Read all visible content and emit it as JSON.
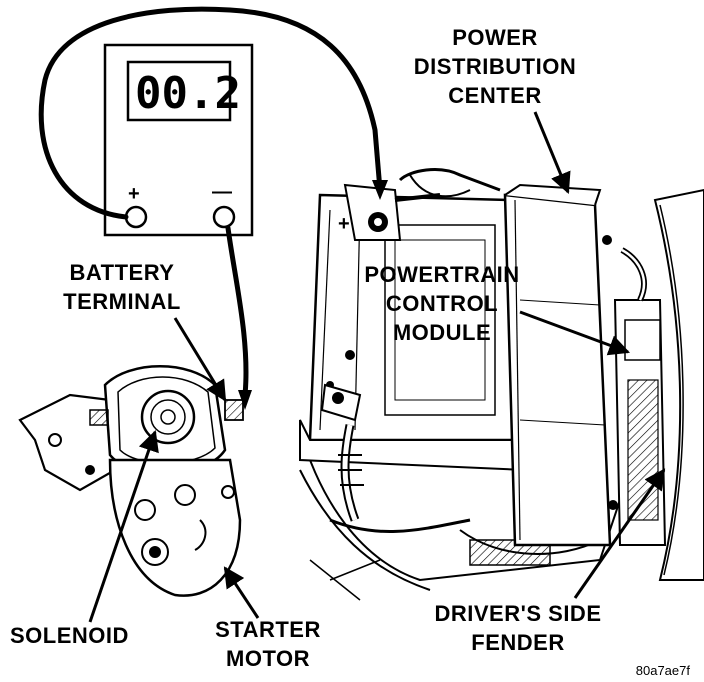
{
  "meter": {
    "reading": "00.2",
    "positive_sign": "+",
    "negative_sign": "—"
  },
  "labels": {
    "power_distribution_center": [
      "POWER",
      "DISTRIBUTION",
      "CENTER"
    ],
    "battery_terminal": [
      "BATTERY",
      "TERMINAL"
    ],
    "powertrain_control_module": [
      "POWERTRAIN",
      "CONTROL",
      "MODULE"
    ],
    "solenoid": "SOLENOID",
    "starter_motor": [
      "STARTER",
      "MOTOR"
    ],
    "drivers_side_fender": [
      "DRIVER'S SIDE",
      "FENDER"
    ],
    "battery_plus_mark": "+"
  },
  "figure_code": "80a7ae7f"
}
